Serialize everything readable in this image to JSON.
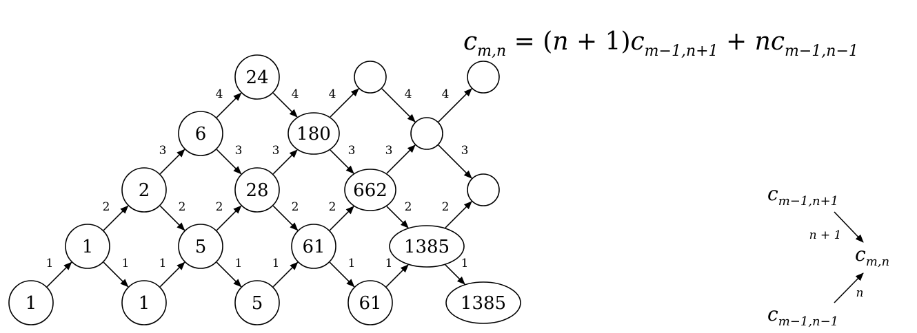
{
  "formula": {
    "c": "c",
    "lhs_sub": "m,n",
    "eq": " = (",
    "n1": "n",
    "plus1": " + 1)",
    "c2": "c",
    "sub2": "m−1,n+1",
    "plus": " + ",
    "n2": "n",
    "c3": "c",
    "sub3": "m−1,n−1"
  },
  "nodes": [
    {
      "id": "r1c1",
      "value": "1"
    },
    {
      "id": "r1c2",
      "value": "1"
    },
    {
      "id": "r1c3",
      "value": "5"
    },
    {
      "id": "r1c4",
      "value": "61"
    },
    {
      "id": "r1c5",
      "value": "1385"
    },
    {
      "id": "r2c1",
      "value": "1"
    },
    {
      "id": "r2c2",
      "value": "5"
    },
    {
      "id": "r2c3",
      "value": "61"
    },
    {
      "id": "r2c4",
      "value": "1385"
    },
    {
      "id": "r3c1",
      "value": "2"
    },
    {
      "id": "r3c2",
      "value": "28"
    },
    {
      "id": "r3c3",
      "value": "662"
    },
    {
      "id": "r3c4",
      "value": ""
    },
    {
      "id": "r4c1",
      "value": "6"
    },
    {
      "id": "r4c2",
      "value": "180"
    },
    {
      "id": "r4c3",
      "value": ""
    },
    {
      "id": "r5c1",
      "value": "24"
    },
    {
      "id": "r5c2",
      "value": ""
    },
    {
      "id": "r5c3",
      "value": ""
    }
  ],
  "edges": [
    {
      "from": "r1c1",
      "to": "r2c1",
      "label": "1"
    },
    {
      "from": "r2c1",
      "to": "r1c2",
      "label": "1"
    },
    {
      "from": "r1c2",
      "to": "r2c2",
      "label": "1"
    },
    {
      "from": "r2c2",
      "to": "r1c3",
      "label": "1"
    },
    {
      "from": "r1c3",
      "to": "r2c3",
      "label": "1"
    },
    {
      "from": "r2c3",
      "to": "r1c4",
      "label": "1"
    },
    {
      "from": "r1c4",
      "to": "r2c4",
      "label": "1"
    },
    {
      "from": "r2c4",
      "to": "r1c5",
      "label": "1"
    },
    {
      "from": "r2c1",
      "to": "r3c1",
      "label": "2"
    },
    {
      "from": "r3c1",
      "to": "r2c2",
      "label": "2"
    },
    {
      "from": "r2c2",
      "to": "r3c2",
      "label": "2"
    },
    {
      "from": "r3c2",
      "to": "r2c3",
      "label": "2"
    },
    {
      "from": "r2c3",
      "to": "r3c3",
      "label": "2"
    },
    {
      "from": "r3c3",
      "to": "r2c4",
      "label": "2"
    },
    {
      "from": "r2c4",
      "to": "r3c4",
      "label": "2"
    },
    {
      "from": "r3c1",
      "to": "r4c1",
      "label": "3"
    },
    {
      "from": "r4c1",
      "to": "r3c2",
      "label": "3"
    },
    {
      "from": "r3c2",
      "to": "r4c2",
      "label": "3"
    },
    {
      "from": "r4c2",
      "to": "r3c3",
      "label": "3"
    },
    {
      "from": "r3c3",
      "to": "r4c3",
      "label": "3"
    },
    {
      "from": "r4c3",
      "to": "r3c4",
      "label": "3"
    },
    {
      "from": "r4c1",
      "to": "r5c1",
      "label": "4"
    },
    {
      "from": "r5c1",
      "to": "r4c2",
      "label": "4"
    },
    {
      "from": "r4c2",
      "to": "r5c2",
      "label": "4"
    },
    {
      "from": "r5c2",
      "to": "r4c3",
      "label": "4"
    },
    {
      "from": "r4c3",
      "to": "r5c3",
      "label": "4"
    }
  ],
  "legend": {
    "c": "c",
    "top_sub": "m−1,n+1",
    "mid_sub": "m,n",
    "bottom_sub": "m−1,n−1",
    "top_edge_label": "n + 1",
    "bottom_edge_label": "n"
  }
}
